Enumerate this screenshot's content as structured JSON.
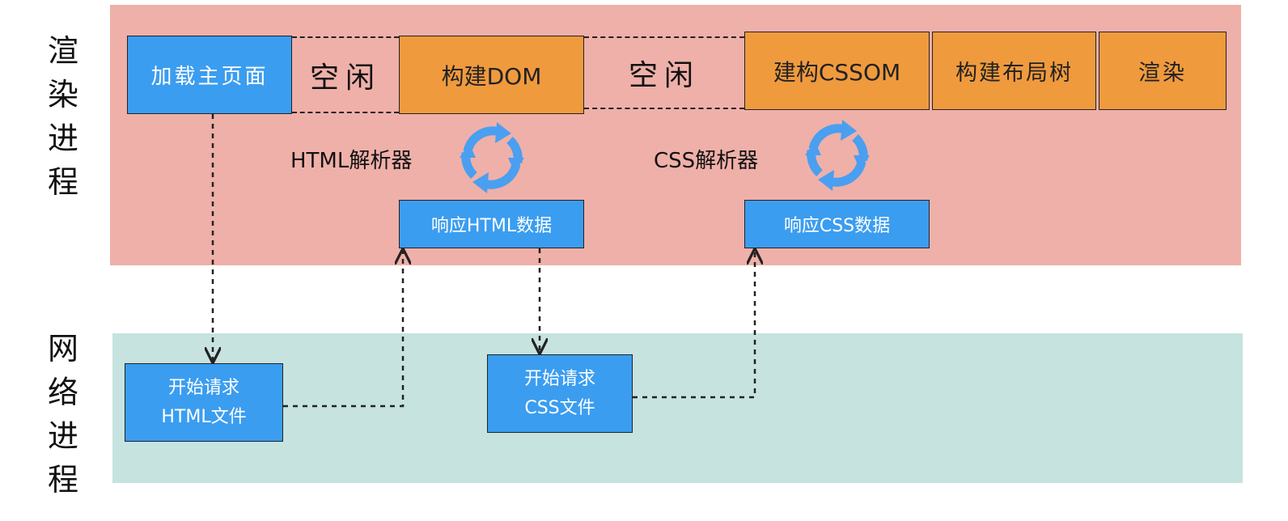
{
  "lanes": {
    "render": {
      "title": "渲染进程",
      "color": "#efb0a9"
    },
    "network": {
      "title": "网络进程",
      "color": "#c6e3df"
    }
  },
  "timeline": {
    "load_main": "加载主页面",
    "idle_1": "空闲",
    "build_dom": "构建DOM",
    "idle_2": "空闲",
    "build_cssom": "建构CSSOM",
    "build_layout": "构建布局树",
    "render": "渲染"
  },
  "parsers": {
    "html": "HTML解析器",
    "css": "CSS解析器"
  },
  "responses": {
    "html": "响应HTML数据",
    "css": "响应CSS数据"
  },
  "requests": {
    "html_line1": "开始请求",
    "html_line2": "HTML文件",
    "css_line1": "开始请求",
    "css_line2": "CSS文件"
  },
  "colors": {
    "blue": "#3b9df0",
    "orange": "#f09a3e",
    "cycle_icon": "#4a9ff0"
  },
  "icons": {
    "parser_cycle": "refresh-cycle-icon"
  }
}
